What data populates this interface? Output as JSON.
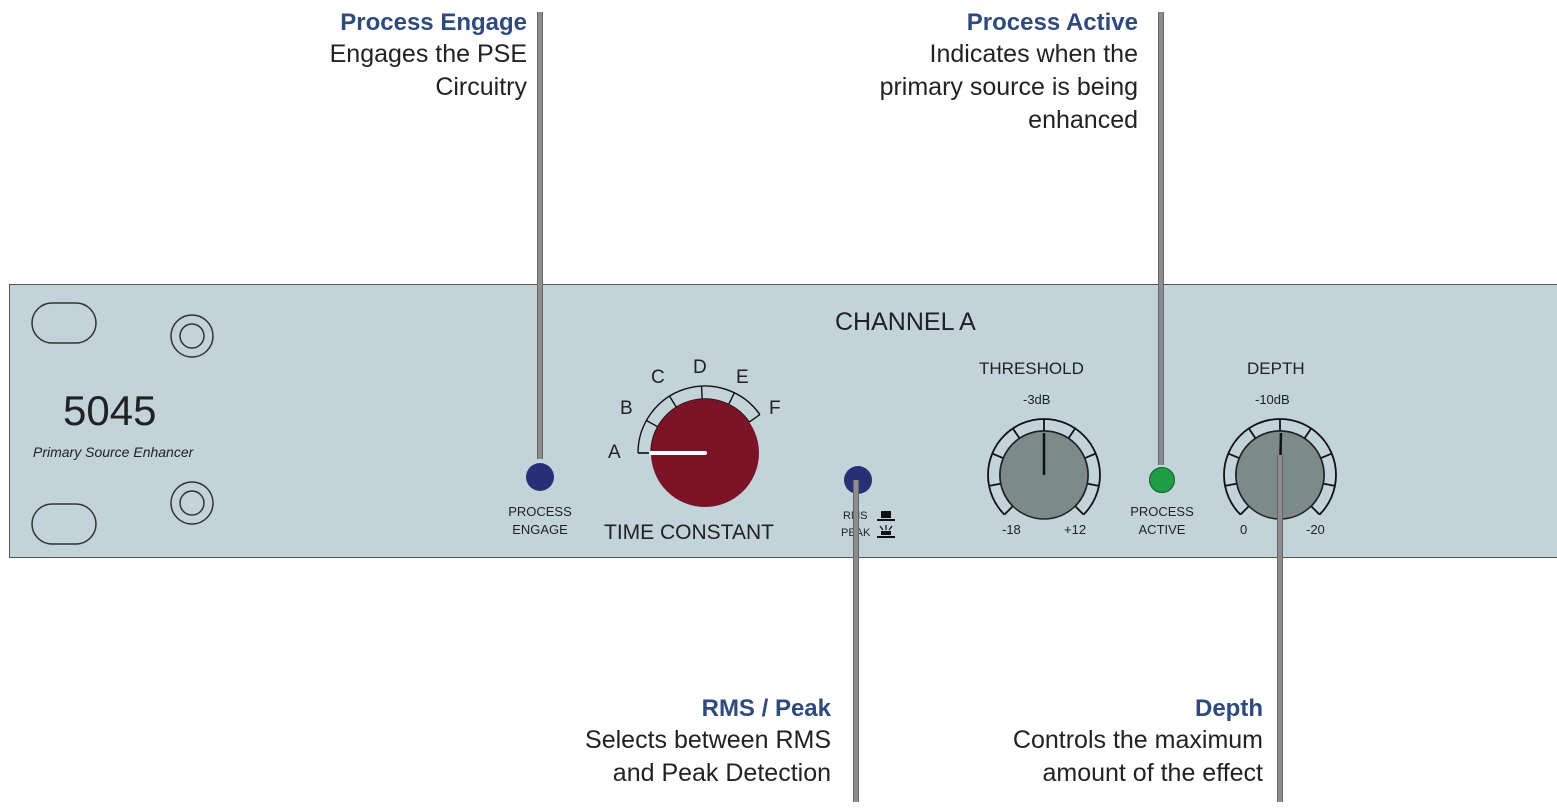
{
  "callouts": {
    "process_engage": {
      "title": "Process Engage",
      "desc": "Engages the PSE\nCircuitry"
    },
    "process_active": {
      "title": "Process Active",
      "desc": "Indicates when the\nprimary source is being\nenhanced"
    },
    "rms_peak": {
      "title": "RMS / Peak",
      "desc": "Selects between RMS\nand Peak Detection"
    },
    "depth": {
      "title": "Depth",
      "desc": "Controls the maximum\namount of the effect"
    }
  },
  "panel": {
    "model": "5045",
    "subtitle": "Primary Source Enhancer",
    "channel": "CHANNEL A",
    "process_engage_label": "PROCESS\nENGAGE",
    "time_constant_label": "TIME CONSTANT",
    "time_constant_positions": [
      "A",
      "B",
      "C",
      "D",
      "E",
      "F"
    ],
    "rms_label": "RMS",
    "peak_label": "PEAK",
    "threshold": {
      "label": "THRESHOLD",
      "top": "-3dB",
      "min": "-18",
      "max": "+12"
    },
    "process_active_label": "PROCESS\nACTIVE",
    "depth": {
      "label": "DEPTH",
      "top": "-10dB",
      "min": "0",
      "max": "-20"
    }
  },
  "colors": {
    "panel": "#c3d3da",
    "title": "#2f4a7c",
    "engage_button": "#2b2f78",
    "rms_button": "#2b2f78",
    "active_led": "#1f9d45",
    "time_knob": "#7a1426",
    "gray_knob": "#7c8a89"
  }
}
